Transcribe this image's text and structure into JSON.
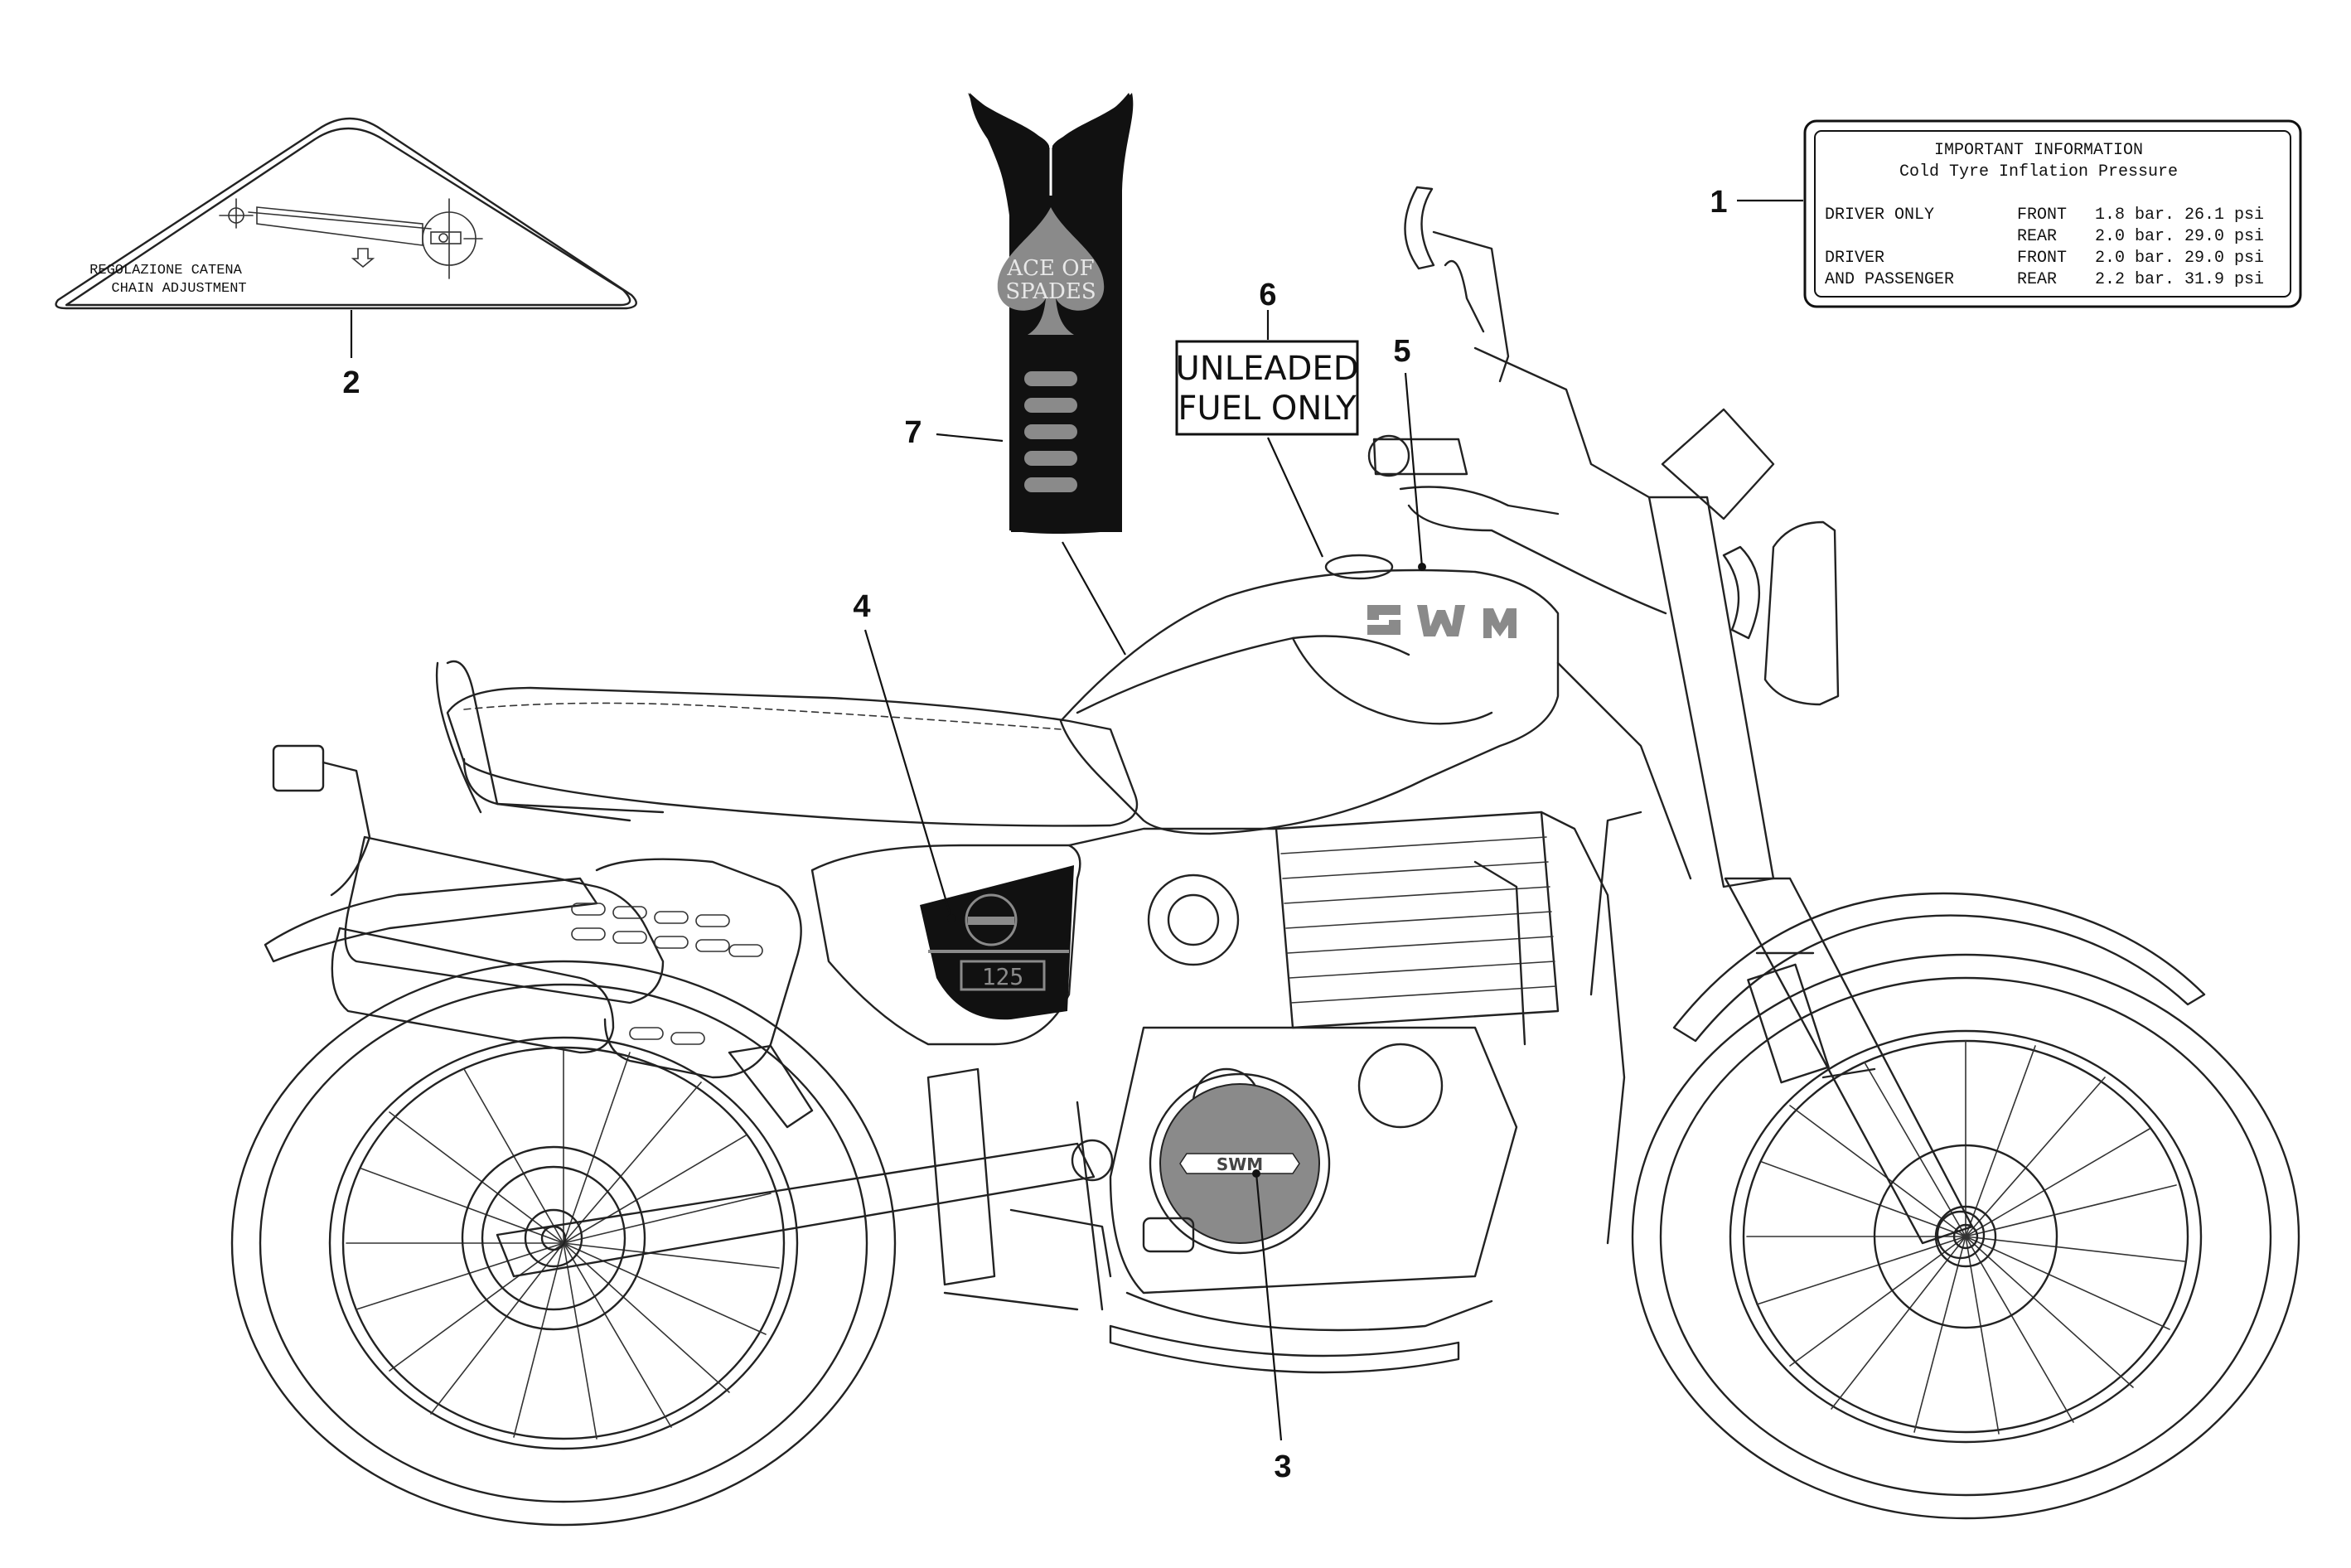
{
  "callouts": {
    "c1": "1",
    "c2": "2",
    "c3": "3",
    "c4": "4",
    "c5": "5",
    "c6": "6",
    "c7": "7"
  },
  "decal_chain": {
    "line1": "REGOLAZIONE CATENA",
    "line2": "CHAIN ADJUSTMENT"
  },
  "decal_tyre": {
    "title": "IMPORTANT INFORMATION",
    "subtitle": "Cold Tyre Inflation Pressure",
    "rows": [
      {
        "rider": "DRIVER ONLY",
        "wheel": "FRONT",
        "pressure": "1.8 bar. 26.1 psi"
      },
      {
        "rider": "",
        "wheel": "REAR",
        "pressure": "2.0 bar. 29.0 psi"
      },
      {
        "rider": "DRIVER",
        "wheel": "FRONT",
        "pressure": "2.0 bar. 29.0 psi"
      },
      {
        "rider": "AND PASSENGER",
        "wheel": "REAR",
        "pressure": "2.2 bar. 31.9 psi"
      }
    ]
  },
  "decal_fuel": {
    "line1": "UNLEADED",
    "line2": "FUEL ONLY"
  },
  "colors": {
    "line": "#222222",
    "decal_dark": "#111111",
    "decal_grey": "#8a8a8a",
    "background": "#ffffff"
  }
}
